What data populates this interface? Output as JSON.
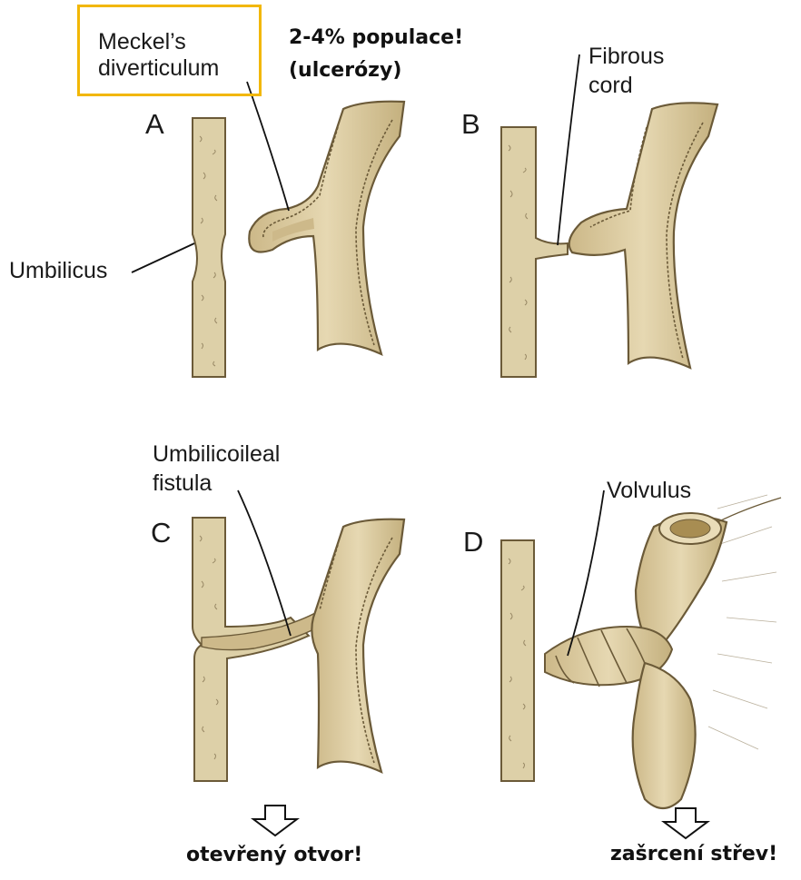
{
  "colors": {
    "tube_fill": "#d8c79a",
    "tube_light": "#e9dcb8",
    "tube_dark": "#c8b480",
    "outline": "#6b5a38",
    "highlight": "#f2b705",
    "ink": "#1a1a1a"
  },
  "panels": {
    "A": {
      "letter": "A",
      "label_top": "Meckel’s\ndiverticulum",
      "label_side": "Umbilicus"
    },
    "B": {
      "letter": "B",
      "label_top": "Fibrous\ncord"
    },
    "C": {
      "letter": "C",
      "label_top": "Umbilicoileal\nfistula"
    },
    "D": {
      "letter": "D",
      "label_top": "Volvulus"
    }
  },
  "annotations": {
    "incidence": "2-4% populace!\n(ulcerózy)",
    "c_note": "otevřený otvor!",
    "d_note": "zašrcení střev!"
  },
  "icons": [
    "down-arrow-icon",
    "down-arrow-icon"
  ]
}
